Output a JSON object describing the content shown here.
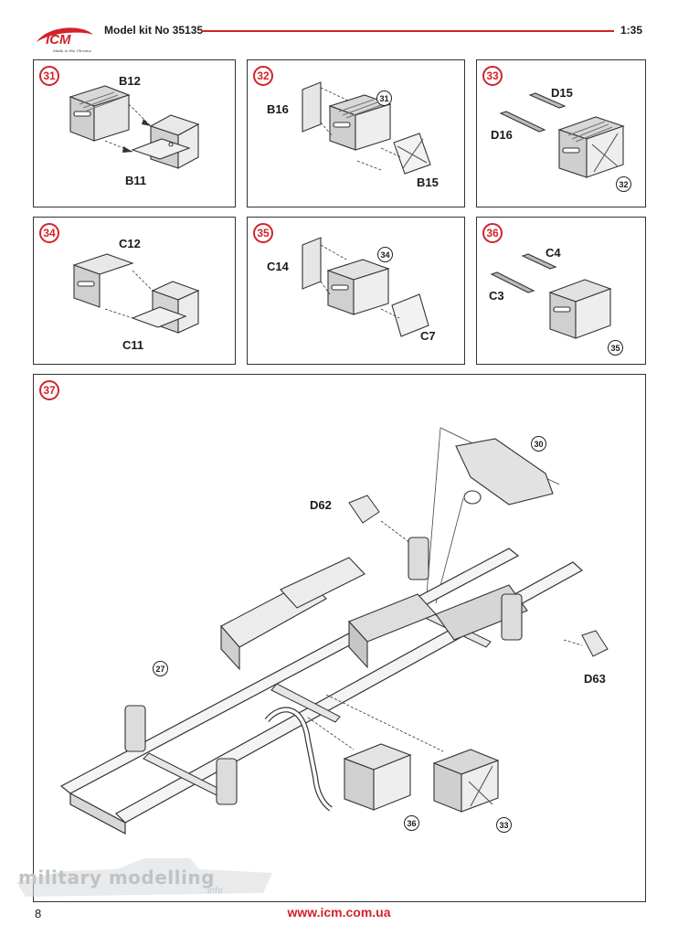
{
  "header": {
    "brand": "ICM",
    "tagline": "Made in the Ukraine",
    "model_kit": "Model kit No 35135",
    "scale": "1:35"
  },
  "steps": [
    {
      "number": "31",
      "labels": [
        "B12",
        "B11"
      ]
    },
    {
      "number": "32",
      "labels": [
        "B16",
        "B15"
      ],
      "refs": [
        "31"
      ]
    },
    {
      "number": "33",
      "labels": [
        "D15",
        "D16"
      ],
      "refs": [
        "32"
      ]
    },
    {
      "number": "34",
      "labels": [
        "C12",
        "C11"
      ]
    },
    {
      "number": "35",
      "labels": [
        "C14",
        "C7"
      ],
      "refs": [
        "34"
      ]
    },
    {
      "number": "36",
      "labels": [
        "C4",
        "C3"
      ],
      "refs": [
        "35"
      ]
    },
    {
      "number": "37",
      "labels": [
        "D62",
        "D63"
      ],
      "refs": [
        "30",
        "27",
        "36",
        "33"
      ]
    }
  ],
  "footer": {
    "page_number": "8",
    "url": "www.icm.com.ua"
  },
  "watermark": {
    "text": "military modelling",
    "suffix": ".info"
  },
  "colors": {
    "accent": "#d2232a",
    "line": "#333333"
  }
}
